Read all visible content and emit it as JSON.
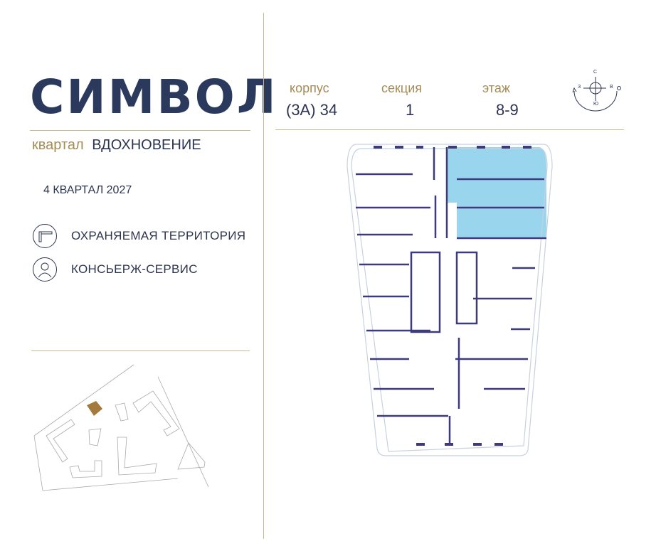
{
  "brand": {
    "logo": "СИМВОЛ",
    "district_prefix": "квартал",
    "district_name": "ВДОХНОВЕНИЕ"
  },
  "completion": "4 КВАРТАЛ 2027",
  "features": [
    {
      "label": "ОХРАНЯЕМАЯ ТЕРРИТОРИЯ",
      "icon": "barrier-icon"
    },
    {
      "label": "КОНСЬЕРЖ-СЕРВИС",
      "icon": "concierge-icon"
    }
  ],
  "info": {
    "building_label": "корпус",
    "building_value": "(3А) 34",
    "section_label": "секция",
    "section_value": "1",
    "floor_label": "этаж",
    "floor_value": "8-9"
  },
  "compass": {
    "north": "С",
    "south": "Ю",
    "west": "З",
    "east": "В"
  },
  "colors": {
    "navy": "#2b3a5c",
    "gold": "#a48c55",
    "wall": "#3e3b7c",
    "highlight": "#8fd0ec",
    "site_building": "#a47a3c"
  }
}
